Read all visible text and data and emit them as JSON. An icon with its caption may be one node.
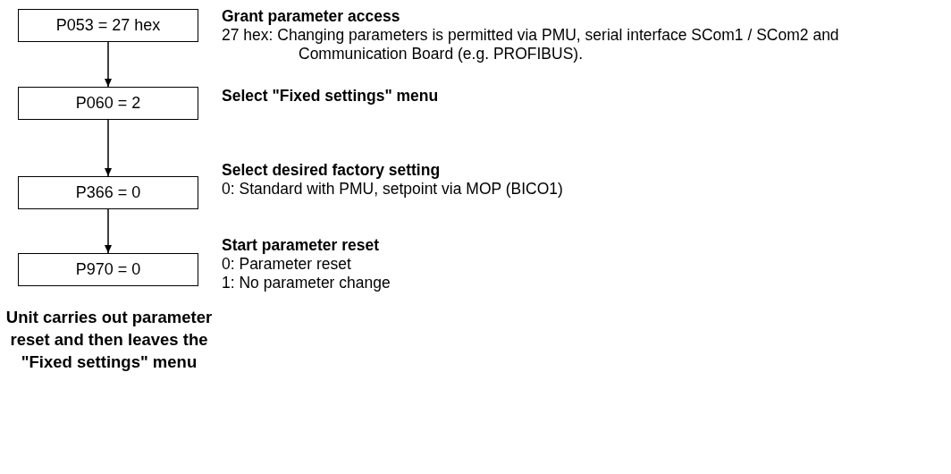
{
  "diagram": {
    "nodes": [
      {
        "text": [
          "P053 = 27 hex"
        ],
        "beside": [
          "Grant parameter access",
          "27 hex: Changing parameters is permitted via PMU, serial interface SCom1 / SCom2 and Communication Board (e.g. PROFIBUS)."
        ]
      },
      {
        "text": [
          "P060 = 2"
        ],
        "beside": [
          "Select \"Fixed settings\" menu"
        ]
      },
      {
        "text": [
          "P366 = 0"
        ],
        "beside": [
          "Select desired factory setting",
          "0: Standard with PMU, setpoint via MOP (BICO1)"
        ]
      },
      {
        "text": [
          "P970 = 0"
        ],
        "beside": [
          "Start parameter reset",
          "0: Parameter reset",
          "1: No parameter change"
        ]
      }
    ],
    "edges": [
      {
        "from": 0,
        "to": 1,
        "arrow": "to"
      },
      {
        "from": 1,
        "to": 2,
        "arrow": "to"
      },
      {
        "from": 2,
        "to": 3,
        "arrow": "to"
      }
    ],
    "labels": [
      "Unit carries out parameter reset and then leaves the \"Fixed settings\" menu"
    ]
  }
}
